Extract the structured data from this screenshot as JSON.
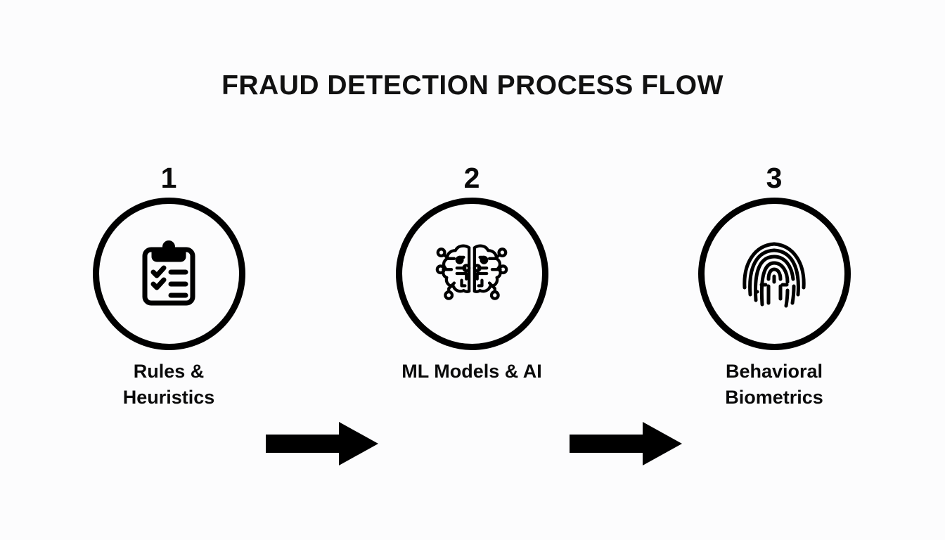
{
  "page": {
    "title": "FRAUD DETECTION PROCESS FLOW",
    "background_color": "#fcfcfd",
    "foreground_color": "#000000"
  },
  "flow": {
    "steps": [
      {
        "number": "1",
        "icon": "clipboard-checklist-icon",
        "label_line1": "Rules &",
        "label_line2": "Heuristics"
      },
      {
        "number": "2",
        "icon": "ai-brain-circuit-icon",
        "label_line1": "ML Models & AI",
        "label_line2": ""
      },
      {
        "number": "3",
        "icon": "fingerprint-icon",
        "label_line1": "Behavioral",
        "label_line2": "Biometrics"
      }
    ],
    "connectors": [
      {
        "icon": "arrow-right-icon"
      },
      {
        "icon": "arrow-right-icon"
      }
    ]
  }
}
